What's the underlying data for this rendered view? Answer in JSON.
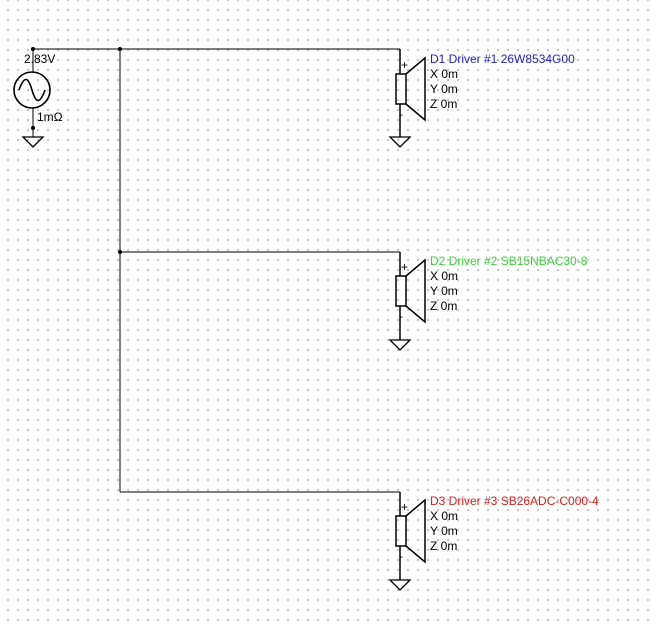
{
  "source": {
    "voltage": "2.83V",
    "resistance": "1mΩ"
  },
  "drivers": [
    {
      "title": "D1 Driver #1 26W8534G00",
      "color": "#1e1ec8",
      "x": "X 0m",
      "y": "Y 0m",
      "z": "Z 0m",
      "plus": "+",
      "minus": "-"
    },
    {
      "title": "D2 Driver #2 SB15NBAC30-8",
      "color": "#3cd23c",
      "x": "X 0m",
      "y": "Y 0m",
      "z": "Z 0m",
      "plus": "+",
      "minus": "-"
    },
    {
      "title": "D3 Driver #3 SB26ADC-C000-4",
      "color": "#dc1e1e",
      "x": "X 0m",
      "y": "Y 0m",
      "z": "Z 0m",
      "plus": "+",
      "minus": "-"
    }
  ]
}
